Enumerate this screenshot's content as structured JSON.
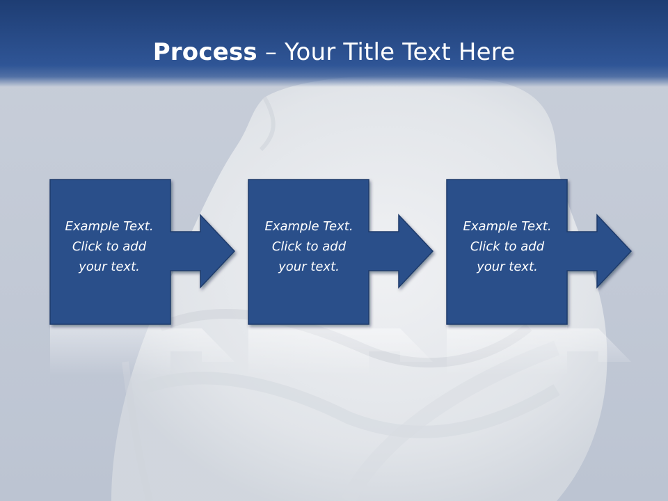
{
  "slide": {
    "title_bold": "Process",
    "title_rest": " – Your Title Text Here"
  },
  "steps": [
    {
      "lines": [
        "Example Text.",
        "Click  to add",
        "your text."
      ]
    },
    {
      "lines": [
        "Example Text.",
        "Click  to add",
        "your text."
      ]
    },
    {
      "lines": [
        "Example Text.",
        "Click  to add",
        "your text."
      ]
    }
  ],
  "colors": {
    "header": "#2f5596",
    "box_fill": "#2c4f8a",
    "box_border": "#1e3a6b",
    "text": "#ffffff"
  }
}
